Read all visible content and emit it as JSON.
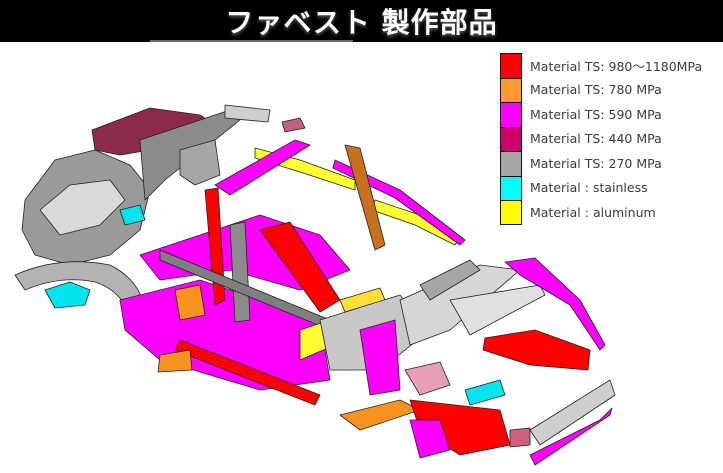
{
  "header": {
    "title": "ファベスト 製作部品",
    "background": "#000000",
    "title_color": "#ffffff"
  },
  "legend": {
    "items": [
      {
        "label": "Material TS: 980～1180MPa",
        "color": "#ff0000"
      },
      {
        "label": "Material TS: 780 MPa",
        "color": "#ff9933"
      },
      {
        "label": "Material TS: 590 MPa",
        "color": "#ff00ff"
      },
      {
        "label": "Material TS: 440 MPa",
        "color": "#cc0066"
      },
      {
        "label": "Material TS: 270 MPa",
        "color": "#a6a6a6"
      },
      {
        "label": "Material : stainless",
        "color": "#00ffff"
      },
      {
        "label": "Material : aluminum",
        "color": "#ffff00"
      }
    ]
  },
  "diagram": {
    "subject": "exploded car body-in-white structure, color-coded by material",
    "colors": {
      "hot_stamp": "#ff0000",
      "ts780": "#f7931e",
      "ts590": "#ff00ff",
      "ts440": "#8b2a4a",
      "ts270": "#9a9a9a",
      "stainless": "#00e5ee",
      "aluminum": "#ffff33",
      "outline": "#222222"
    }
  }
}
